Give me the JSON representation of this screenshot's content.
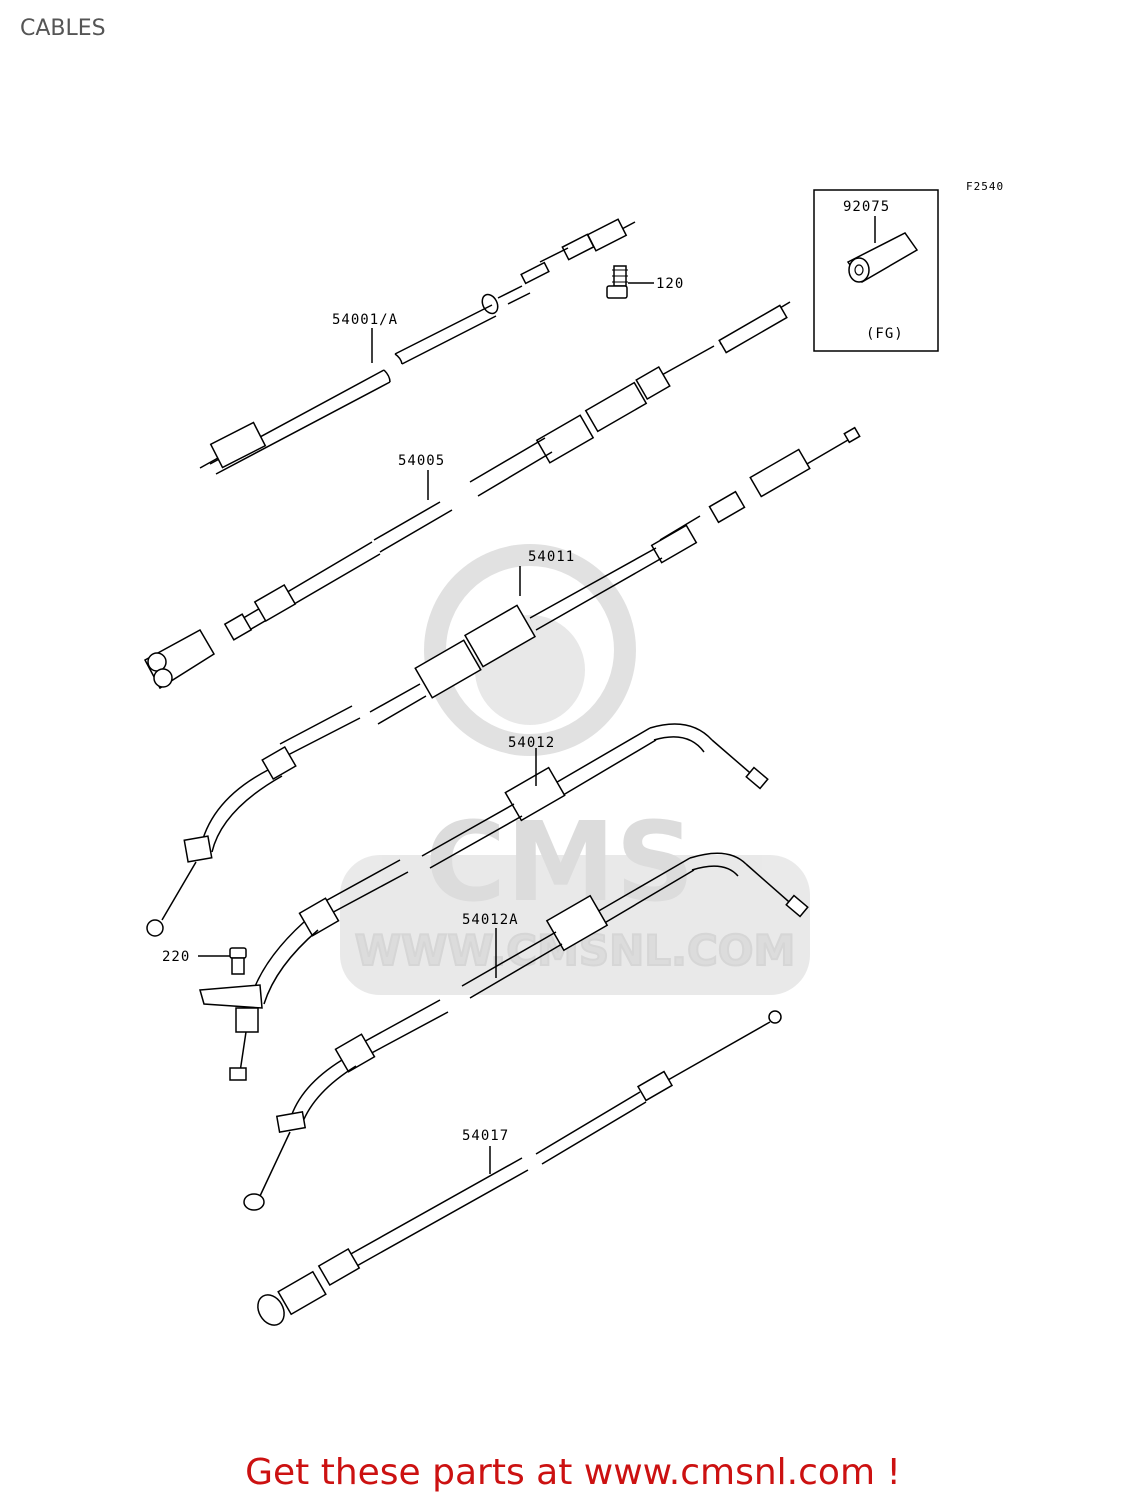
{
  "header": {
    "title": "CABLES"
  },
  "diagram": {
    "figure_code": "F2540",
    "parts": [
      {
        "ref": "92075",
        "note": "(FG)"
      },
      {
        "ref": "120"
      },
      {
        "ref": "54001/A"
      },
      {
        "ref": "54005"
      },
      {
        "ref": "54011"
      },
      {
        "ref": "54012"
      },
      {
        "ref": "54012A"
      },
      {
        "ref": "220"
      },
      {
        "ref": "54017"
      }
    ]
  },
  "watermark": {
    "brand": "CMS",
    "url": "WWW.CMSNL.COM"
  },
  "footer": {
    "cta": "Get these parts at www.cmsnl.com !"
  }
}
